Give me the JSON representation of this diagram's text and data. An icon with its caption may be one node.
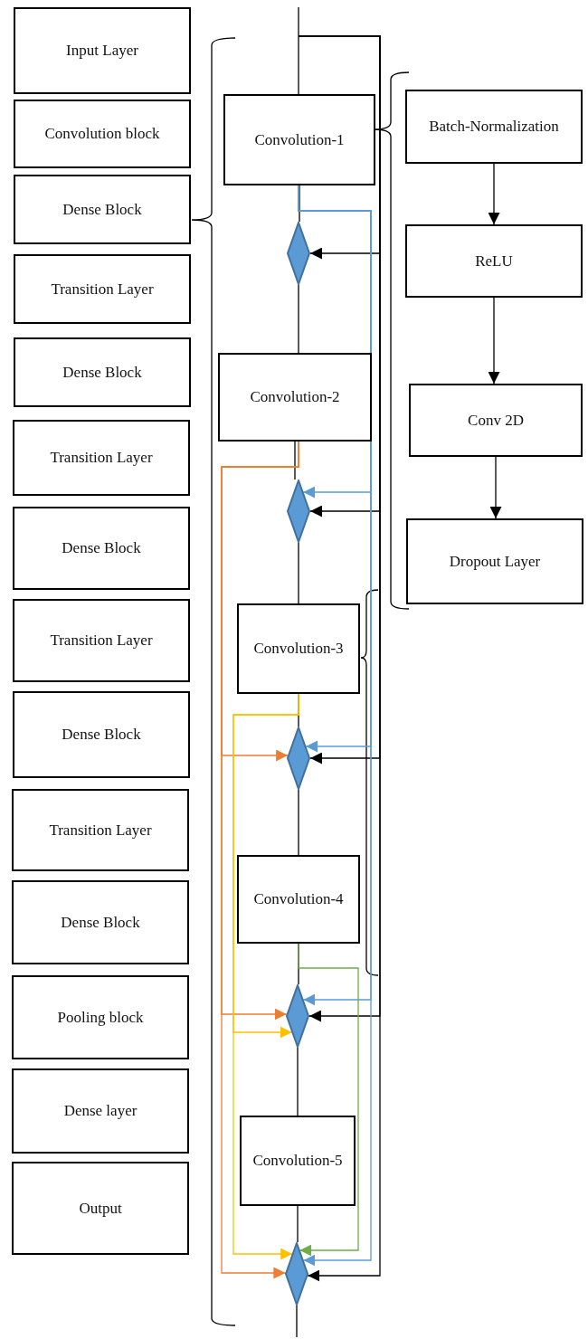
{
  "diagram": {
    "nodes": [
      {
        "text": [
          "Input Layer"
        ]
      },
      {
        "text": [
          "Convolution block"
        ]
      },
      {
        "text": [
          "Dense Block"
        ]
      },
      {
        "text": [
          "Transition Layer"
        ]
      },
      {
        "text": [
          "Dense Block"
        ]
      },
      {
        "text": [
          "Transition Layer"
        ]
      },
      {
        "text": [
          "Dense Block"
        ]
      },
      {
        "text": [
          "Transition Layer"
        ]
      },
      {
        "text": [
          "Dense Block"
        ]
      },
      {
        "text": [
          "Transition Layer"
        ]
      },
      {
        "text": [
          "Dense Block"
        ]
      },
      {
        "text": [
          "Pooling block"
        ]
      },
      {
        "text": [
          "Dense layer"
        ]
      },
      {
        "text": [
          "Output"
        ]
      },
      {
        "text": [
          "Convolution-1"
        ]
      },
      {
        "text": [],
        "shape": "diamond"
      },
      {
        "text": [
          "Convolution-2"
        ]
      },
      {
        "text": [],
        "shape": "diamond"
      },
      {
        "text": [
          "Convolution-3"
        ]
      },
      {
        "text": [],
        "shape": "diamond"
      },
      {
        "text": [
          "Convolution-4"
        ]
      },
      {
        "text": [],
        "shape": "diamond"
      },
      {
        "text": [
          "Convolution-5"
        ]
      },
      {
        "text": [],
        "shape": "diamond"
      },
      {
        "text": [
          "Batch-Normalization"
        ]
      },
      {
        "text": [
          "ReLU"
        ]
      },
      {
        "text": [
          "Conv 2D"
        ]
      },
      {
        "text": [
          "Dropout Layer"
        ]
      }
    ],
    "edges": [
      {
        "from": null,
        "to": 14,
        "arrow": "none"
      },
      {
        "from": 14,
        "to": 15,
        "arrow": "none"
      },
      {
        "from": 15,
        "to": 16,
        "arrow": "none"
      },
      {
        "from": 16,
        "to": 17,
        "arrow": "none"
      },
      {
        "from": 17,
        "to": 18,
        "arrow": "none"
      },
      {
        "from": 18,
        "to": 19,
        "arrow": "none"
      },
      {
        "from": 19,
        "to": 20,
        "arrow": "none"
      },
      {
        "from": 20,
        "to": 21,
        "arrow": "none"
      },
      {
        "from": 21,
        "to": 22,
        "arrow": "none"
      },
      {
        "from": 22,
        "to": 23,
        "arrow": "none"
      },
      {
        "from": 23,
        "to": null,
        "arrow": "none"
      },
      {
        "from": null,
        "to": 15,
        "arrow": "to"
      },
      {
        "from": null,
        "to": 17,
        "arrow": "to"
      },
      {
        "from": null,
        "to": 19,
        "arrow": "to"
      },
      {
        "from": null,
        "to": 21,
        "arrow": "to"
      },
      {
        "from": null,
        "to": 23,
        "arrow": "to"
      },
      {
        "from": 14,
        "to": 17,
        "arrow": "to",
        "color": "#5b9bd5"
      },
      {
        "from": 14,
        "to": 19,
        "arrow": "to",
        "color": "#5b9bd5"
      },
      {
        "from": 14,
        "to": 21,
        "arrow": "to",
        "color": "#5b9bd5"
      },
      {
        "from": 14,
        "to": 23,
        "arrow": "to",
        "color": "#5b9bd5"
      },
      {
        "from": 16,
        "to": 19,
        "arrow": "to",
        "color": "#ed7d31"
      },
      {
        "from": 16,
        "to": 21,
        "arrow": "to",
        "color": "#ed7d31"
      },
      {
        "from": 16,
        "to": 23,
        "arrow": "to",
        "color": "#ed7d31"
      },
      {
        "from": 18,
        "to": 21,
        "arrow": "to",
        "color": "#ffc000"
      },
      {
        "from": 18,
        "to": 23,
        "arrow": "to",
        "color": "#ffc000"
      },
      {
        "from": 20,
        "to": 23,
        "arrow": "to",
        "color": "#70ad47"
      },
      {
        "from": 24,
        "to": 25,
        "arrow": "to"
      },
      {
        "from": 25,
        "to": 26,
        "arrow": "to"
      },
      {
        "from": 26,
        "to": 27,
        "arrow": "to"
      }
    ]
  }
}
